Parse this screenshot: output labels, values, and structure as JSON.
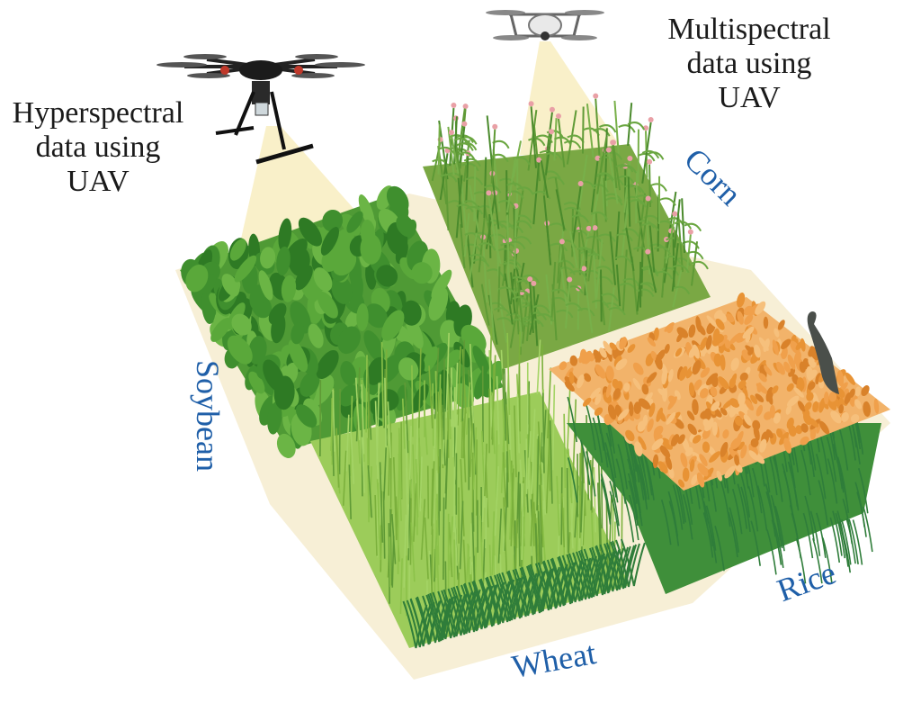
{
  "captions": {
    "hyperspectral": "Hyperspectral\ndata using\nUAV",
    "multispectral": "Multispectral\ndata using\nUAV"
  },
  "crops": {
    "corn": "Corn",
    "soybean": "Soybean",
    "wheat": "Wheat",
    "rice": "Rice"
  },
  "colors": {
    "label": "#1f5fa8",
    "beam": "#f6eab2",
    "base": "#f4e9c8",
    "soybean": "#3f8f2e",
    "corn": "#5f9a36",
    "corn_tassel": "#e9a0a6",
    "wheat": "#8cc24a",
    "rice_panicle": "#f0a04b",
    "rice_stem": "#2f7d3a"
  },
  "icons": {
    "hexacopter": "hexacopter-drone-icon",
    "quadcopter": "quadcopter-drone-icon"
  }
}
